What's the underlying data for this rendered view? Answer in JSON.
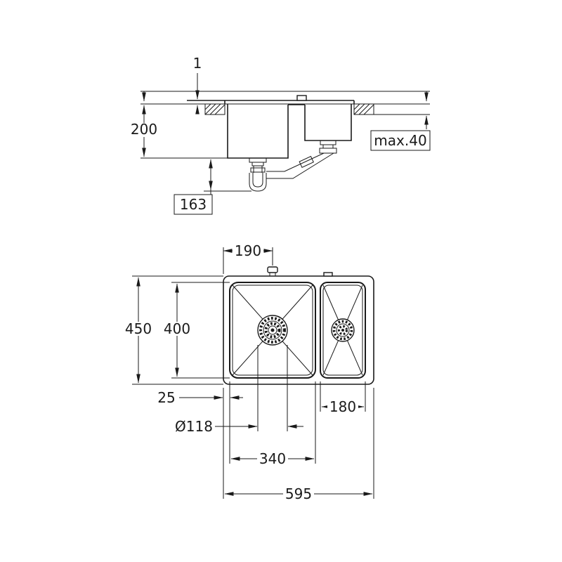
{
  "drawing": {
    "type": "sink-installation-technical-drawing",
    "line_color": "#1a1a1a",
    "background_color": "#ffffff",
    "side_view": {
      "rim_height": "1",
      "bowl_depth": "200",
      "counter_thickness": "max.40",
      "drain_clearance": "163"
    },
    "plan_view": {
      "drain_offset": "190",
      "overall_depth": "450",
      "bowl_inner_depth": "400",
      "edge_margin": "25",
      "small_bowl_width": "180",
      "drain_diameter": "Ø118",
      "large_bowl_width": "340",
      "overall_width": "595"
    }
  }
}
